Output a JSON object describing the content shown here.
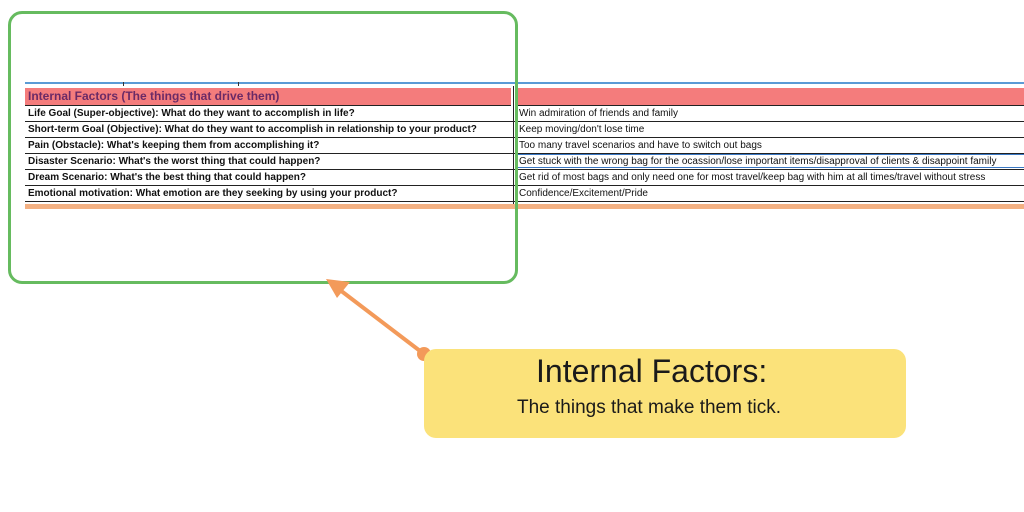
{
  "sheet": {
    "header": "Internal Factors (The things that drive them)",
    "rows": [
      {
        "question": "Life Goal (Super-objective): What do they want to accomplish in life?",
        "answer": "Win admiration of friends and family"
      },
      {
        "question": "Short-term Goal (Objective): What do they want to accomplish in relationship to your product?",
        "answer": "Keep moving/don't lose time"
      },
      {
        "question": "Pain (Obstacle): What's keeping them from accomplishing it?",
        "answer": "Too many travel scenarios and have to switch out bags"
      },
      {
        "question": "Disaster Scenario: What's the worst thing that could happen?",
        "answer": "Get stuck with the wrong bag for the ocassion/lose important items/disapproval of clients & disappoint family"
      },
      {
        "question": "Dream Scenario: What's the best thing that could happen?",
        "answer": "Get rid of most bags and only need one for most travel/keep bag with him at all times/travel without stress"
      },
      {
        "question": "Emotional motivation: What emotion are they seeking by using your product?",
        "answer": "Confidence/Excitement/Pride"
      }
    ]
  },
  "callout": {
    "title": "Internal Factors:",
    "subtitle": "The things that make them tick."
  },
  "colors": {
    "header_fill": "#f47c7c",
    "header_text": "#6b2a66",
    "highlight_border": "#66bb5f",
    "callout_fill": "#fbe27a",
    "arrow": "#f39a5a",
    "bottom_band": "#f4b183"
  }
}
